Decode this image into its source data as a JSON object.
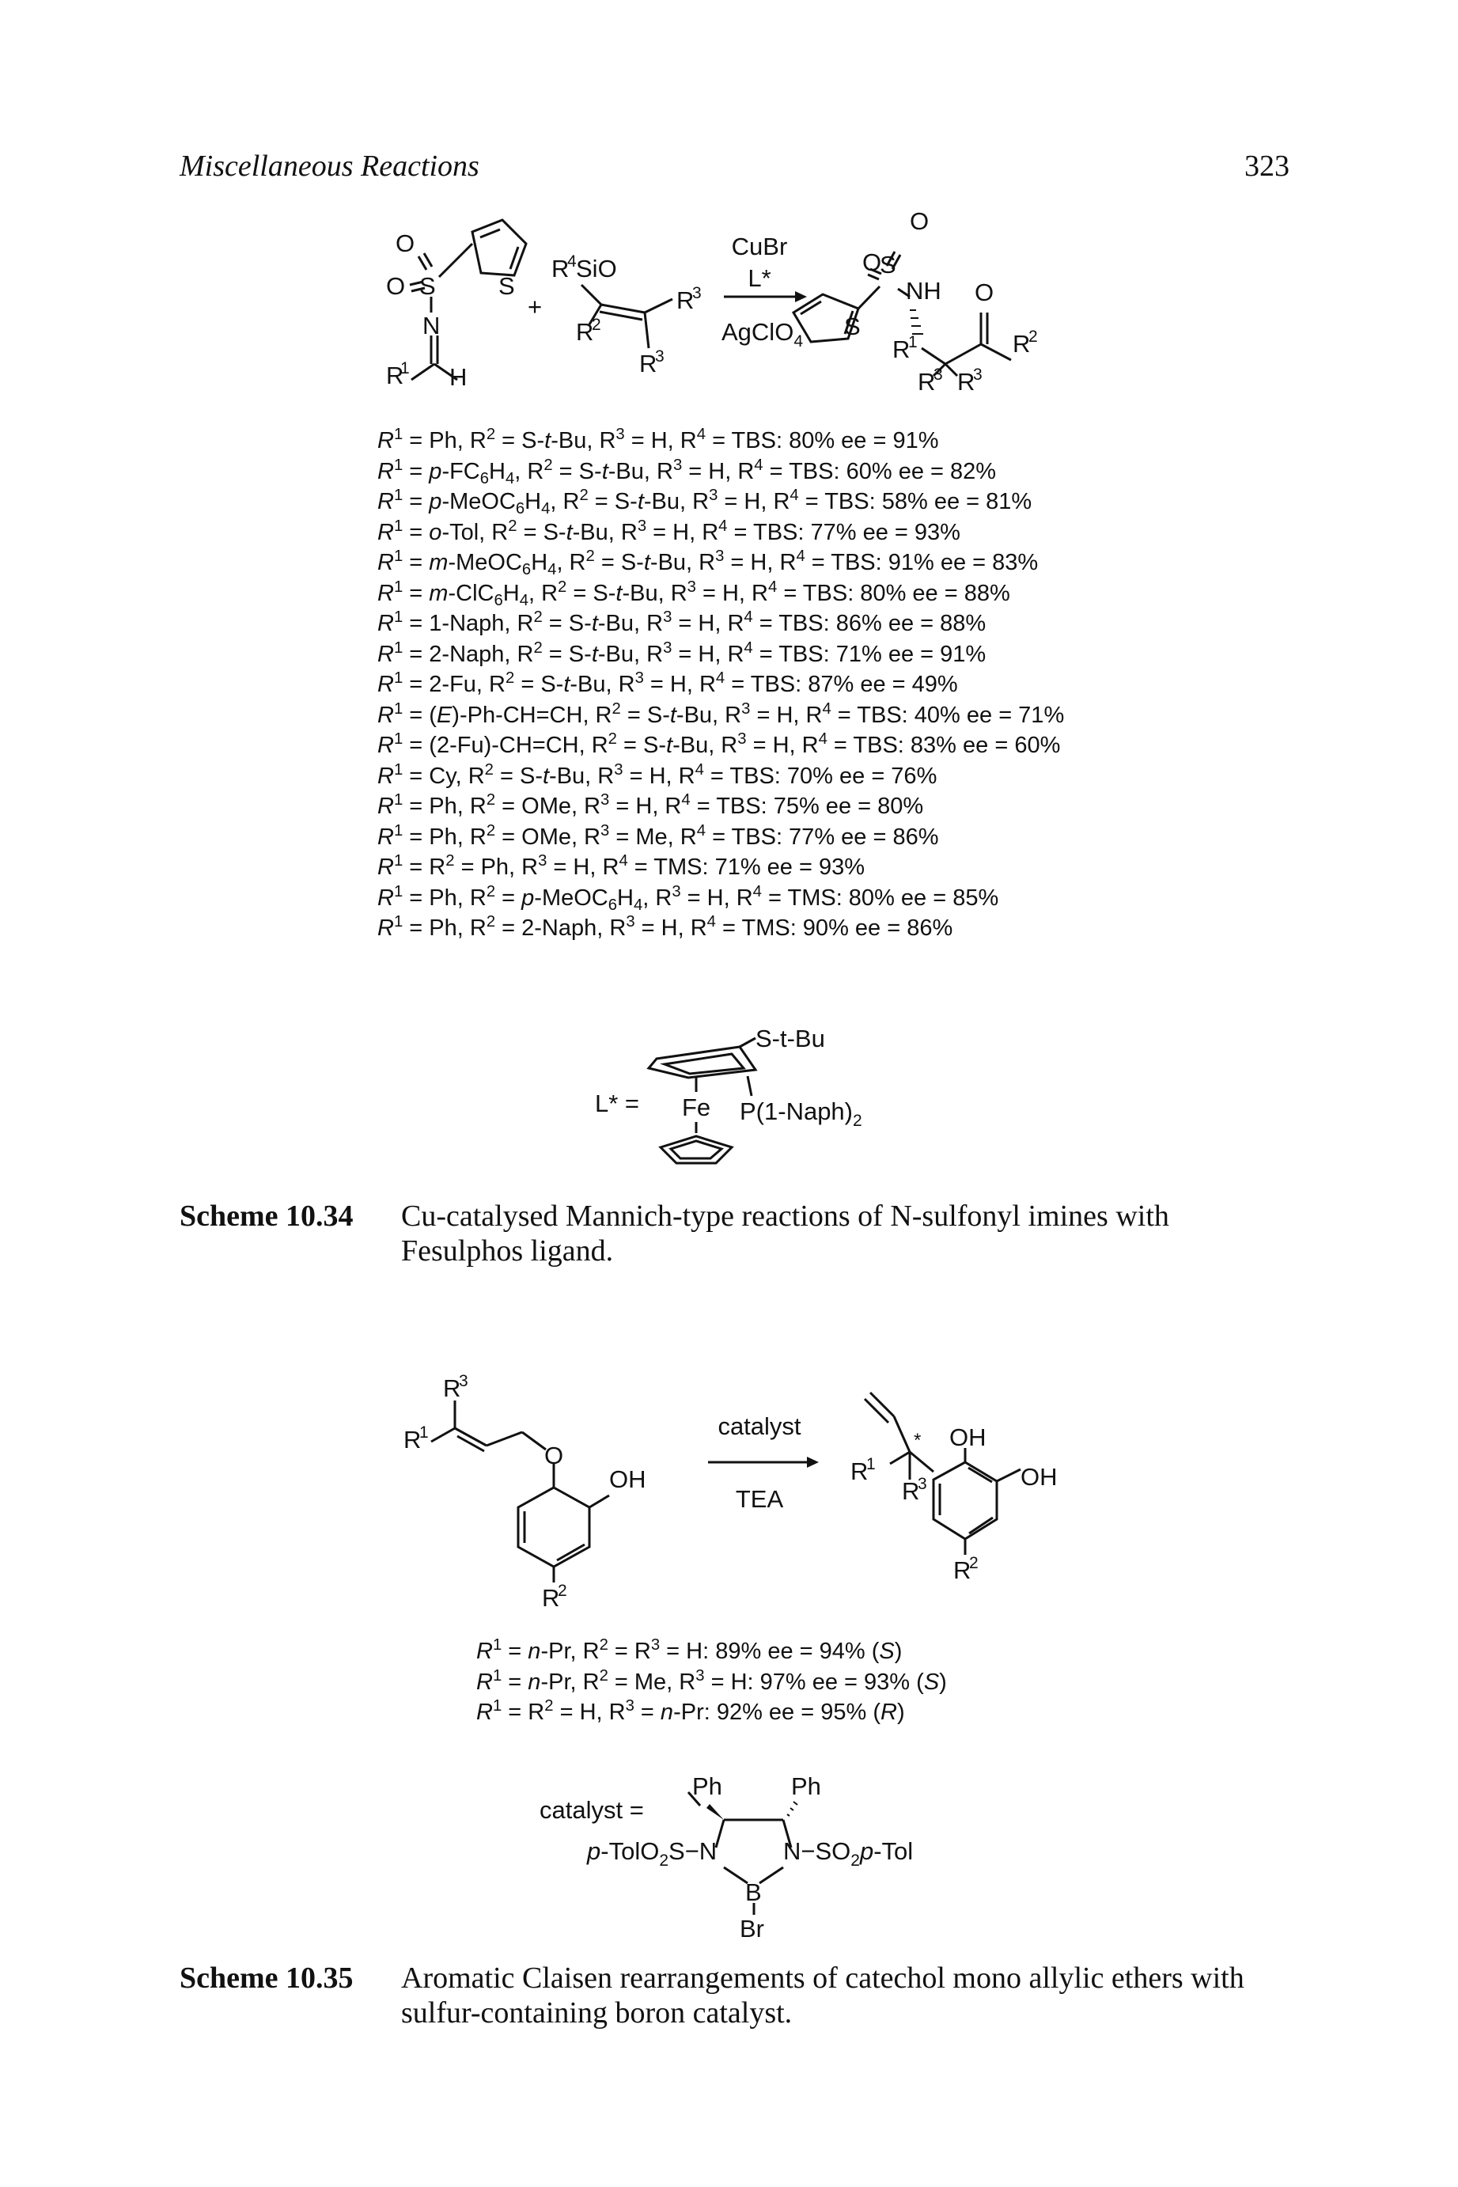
{
  "header": {
    "running_head": "Miscellaneous Reactions",
    "page_number": "323"
  },
  "scheme_10_34": {
    "reagents": {
      "above": "CuBr",
      "ligand": "L*",
      "below": "AgClO",
      "below_sub": "4"
    },
    "conditions_table": [
      [
        "R",
        "1",
        " = Ph, R",
        "2",
        " = S-",
        "t",
        "-Bu, R",
        "3",
        " = H, R",
        "4",
        " = TBS: 80% ee = 91%"
      ],
      [
        "R",
        "1",
        " = ",
        "p",
        "-FC",
        "6",
        "H",
        "4",
        ", R",
        "2",
        " = S-",
        "t",
        "-Bu, R",
        "3",
        " = H, R",
        "4",
        " = TBS: 60% ee = 82%"
      ],
      [
        "R",
        "1",
        " = ",
        "p",
        "-MeOC",
        "6",
        "H",
        "4",
        ", R",
        "2",
        " = S-",
        "t",
        "-Bu, R",
        "3",
        " = H, R",
        "4",
        " = TBS: 58% ee = 81%"
      ],
      [
        "R",
        "1",
        " = ",
        "o",
        "-Tol, R",
        "2",
        " = S-",
        "t",
        "-Bu, R",
        "3",
        " = H, R",
        "4",
        " = TBS: 77% ee = 93%"
      ],
      [
        "R",
        "1",
        " = ",
        "m",
        "-MeOC",
        "6",
        "H",
        "4",
        ", R",
        "2",
        " = S-",
        "t",
        "-Bu, R",
        "3",
        " = H, R",
        "4",
        " = TBS: 91% ee = 83%"
      ],
      [
        "R",
        "1",
        " = ",
        "m",
        "-ClC",
        "6",
        "H",
        "4",
        ", R",
        "2",
        " = S-",
        "t",
        "-Bu, R",
        "3",
        " = H, R",
        "4",
        " = TBS: 80% ee = 88%"
      ],
      [
        "R",
        "1",
        " = 1-Naph, R",
        "2",
        " = S-",
        "t",
        "-Bu, R",
        "3",
        " = H, R",
        "4",
        " = TBS: 86% ee = 88%"
      ],
      [
        "R",
        "1",
        " = 2-Naph, R",
        "2",
        " = S-",
        "t",
        "-Bu, R",
        "3",
        " = H, R",
        "4",
        " = TBS: 71% ee = 91%"
      ],
      [
        "R",
        "1",
        " = 2-Fu, R",
        "2",
        " = S-",
        "t",
        "-Bu, R",
        "3",
        " = H, R",
        "4",
        " = TBS: 87% ee = 49%"
      ],
      [
        "R",
        "1",
        " = (",
        "E",
        ")-Ph-CH=CH, R",
        "2",
        " = S-",
        "t",
        "-Bu, R",
        "3",
        " = H, R",
        "4",
        " = TBS: 40% ee = 71%"
      ],
      [
        "R",
        "1",
        " = (2-Fu)-CH=CH, R",
        "2",
        " = S-",
        "t",
        "-Bu, R",
        "3",
        " = H, R",
        "4",
        " = TBS: 83% ee = 60%"
      ],
      [
        "R",
        "1",
        " = Cy, R",
        "2",
        " = S-",
        "t",
        "-Bu, R",
        "3",
        " = H, R",
        "4",
        " = TBS: 70% ee = 76%"
      ],
      [
        "R",
        "1",
        " = Ph, R",
        "2",
        " = OMe, R",
        "3",
        " = H, R",
        "4",
        " = TBS: 75% ee = 80%"
      ],
      [
        "R",
        "1",
        " = Ph, R",
        "2",
        " = OMe, R",
        "3",
        " = Me, R",
        "4",
        " = TBS: 77% ee = 86%"
      ],
      [
        "R",
        "1",
        " = R",
        "2",
        " = Ph, R",
        "3",
        " = H, R",
        "4",
        " = TMS: 71% ee = 93%"
      ],
      [
        "R",
        "1",
        " = Ph, R",
        "2",
        " = ",
        "p",
        "-MeOC",
        "6",
        "H",
        "4",
        ", R",
        "3",
        " = H, R",
        "4",
        " = TMS: 80% ee = 85%"
      ],
      [
        "R",
        "1",
        " = Ph, R",
        "2",
        " = 2-Naph, R",
        "3",
        " = H, R",
        "4",
        " = TMS: 90% ee = 86%"
      ]
    ],
    "ligand_labels": {
      "prefix": "L* =",
      "metal": "Fe",
      "s_group": "S-t-Bu",
      "p_group": "P(1-Naph)",
      "p_group_sub": "2"
    },
    "caption_label": "Scheme 10.34",
    "caption_text": "Cu-catalysed Mannich-type reactions of N-sulfonyl imines with Fesulphos ligand."
  },
  "scheme_10_35": {
    "reagents": {
      "above": "catalyst",
      "below": "TEA"
    },
    "conditions_table": [
      [
        "R",
        "1",
        " = ",
        "n",
        "-Pr, R",
        "2",
        " = R",
        "3",
        " = H: 89% ee = 94% (",
        "S",
        ")"
      ],
      [
        "R",
        "1",
        " = ",
        "n",
        "-Pr, R",
        "2",
        " = Me, R",
        "3",
        " = H: 97% ee = 93% (",
        "S",
        ")"
      ],
      [
        "R",
        "1",
        " = R",
        "2",
        " = H, R",
        "3",
        " = ",
        "n",
        "-Pr: 92% ee = 95% (",
        "R",
        ")"
      ]
    ],
    "catalyst_labels": {
      "prefix": "catalyst =",
      "ph": "Ph",
      "boron": "B",
      "bromine": "Br",
      "left_n": "p-TolO2S−N",
      "right_n": "N−SO2p-Tol"
    },
    "caption_label": "Scheme 10.35",
    "caption_text": "Aromatic Claisen rearrangements of catechol mono allylic ethers with sulfur-containing boron catalyst."
  }
}
